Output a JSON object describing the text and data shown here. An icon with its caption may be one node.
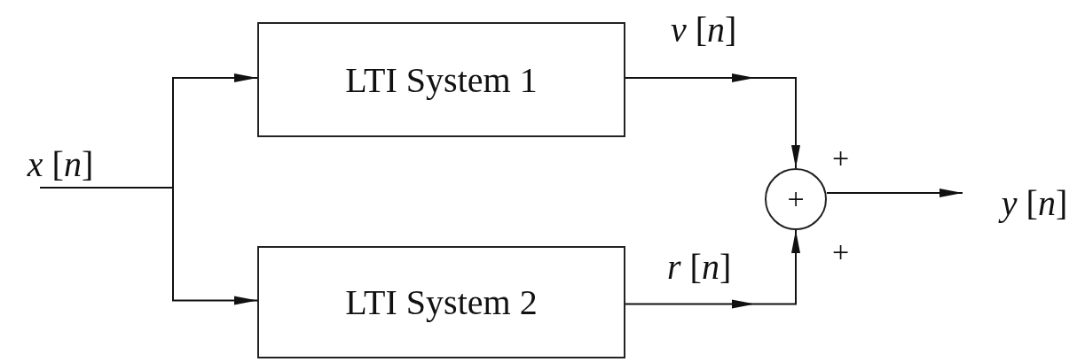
{
  "diagram": {
    "nodes": [
      {
        "text": [
          "*x* [*n*]"
        ]
      },
      {
        "text": [
          "LTI System 1"
        ]
      },
      {
        "text": [
          "LTI System 2"
        ]
      },
      {
        "text": [
          "+"
        ],
        "beside": [
          "+",
          "+"
        ]
      },
      {
        "text": [
          "*y* [*n*]"
        ]
      }
    ],
    "edges": [
      {
        "from": 0,
        "to": 1,
        "arrow": "to"
      },
      {
        "from": 0,
        "to": 2,
        "arrow": "to"
      },
      {
        "from": 1,
        "to": 3,
        "arrow": "to",
        "label": "*v* [*n*]"
      },
      {
        "from": 2,
        "to": 3,
        "arrow": "to",
        "label": "*r* [*n*]"
      },
      {
        "from": 3,
        "to": 4,
        "arrow": "to"
      }
    ]
  }
}
